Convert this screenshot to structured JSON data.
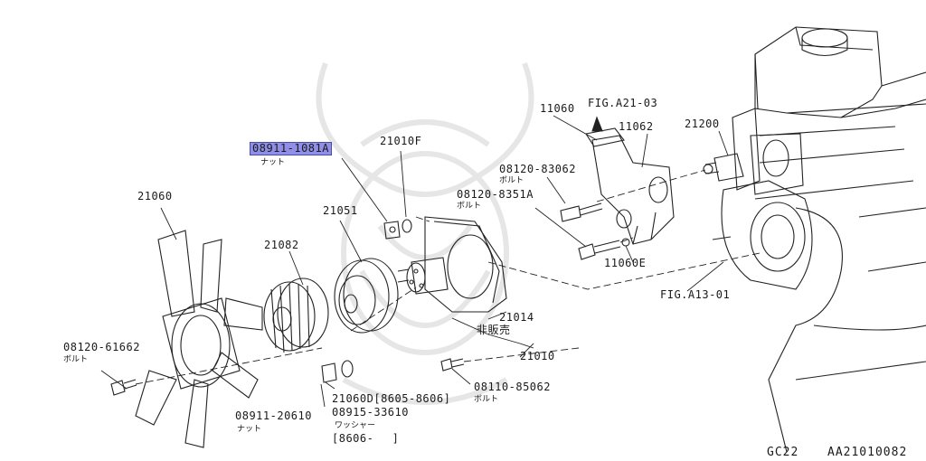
{
  "colors": {
    "line": "#222222",
    "highlight": "#8f8fe8",
    "watermark": "#e6e6e6",
    "background": "#ffffff"
  },
  "labels": {
    "fig_a21": "FIG.A21-03",
    "p11060": "11060",
    "p11062": "11062",
    "p21200": "21200",
    "p08911_1081": "08911-1081A",
    "nut_a": "ナット",
    "p21010f": "21010F",
    "p08120_83062": "08120-83062",
    "bolt_a": "ボルト",
    "p08120_8351": "08120-8351A",
    "bolt_b": "ボルト",
    "p21060": "21060",
    "p21051": "21051",
    "p21082": "21082",
    "p11060e": "11060E",
    "fig_a13": "FIG.A13-01",
    "p21014": "21014",
    "not_sold": "非販売",
    "p08120_61662": "08120-61662",
    "bolt_c": "ボルト",
    "p21010": "21010",
    "p08110_85062": "08110-85062",
    "bolt_d": "ボルト",
    "p21060d": "21060D[8605-8606]",
    "p08911_20610": "08911-20610",
    "p08915_33610": "08915-33610",
    "nut_b": "ナット",
    "washer": "ワッシャー",
    "date_range": "[8606-　 ]"
  },
  "footer": {
    "code": "GC22",
    "ref": "AA21010082"
  }
}
